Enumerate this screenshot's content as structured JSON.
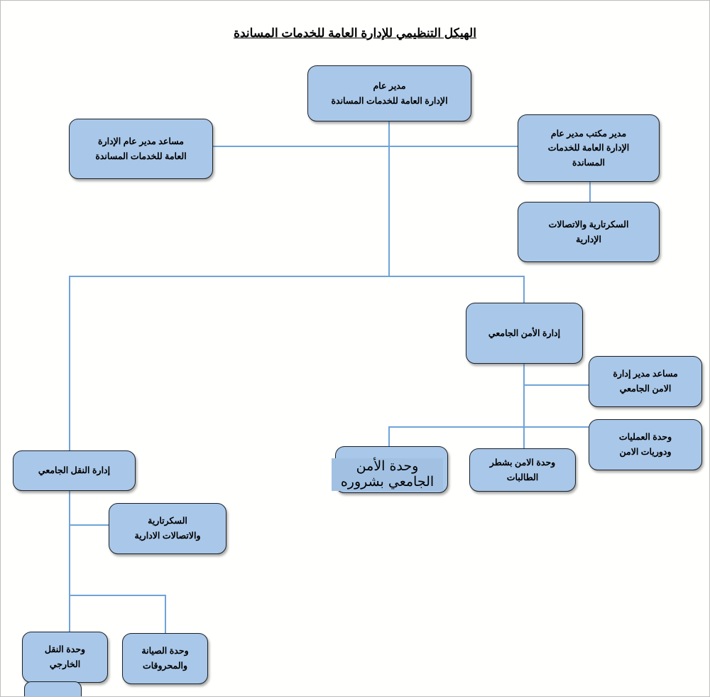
{
  "title": "الهيكل التنظيمي للإدارة العامة للخدمات المساندة",
  "colors": {
    "box_fill": "#a9c7e8",
    "box_border": "#1c2025",
    "connector": "#6fa3d8",
    "overlay_fill": "#a2c1e2",
    "text": "#000000"
  },
  "nodes": [
    {
      "id": "director-general",
      "lines": [
        "مدير عام",
        "الإدارة  العامة للخدمات  المساندة"
      ]
    },
    {
      "id": "assistant-director-general",
      "lines": [
        "مساعد مدير عام الإدارة",
        "العامة للخدمات المساندة"
      ]
    },
    {
      "id": "office-manager",
      "lines": [
        "مدير مكتب مدير عام",
        "الإدارة  العامة للخدمات",
        "المساندة"
      ]
    },
    {
      "id": "admin-secretariat-right",
      "lines": [
        "السكرتارية والاتصالات",
        "الإدارية"
      ]
    },
    {
      "id": "university-security-admin",
      "lines": [
        "إدارة الأمن الجامعي"
      ]
    },
    {
      "id": "security-assistant-director",
      "lines": [
        "مساعد مدير إدارة",
        "الامن الجامعي"
      ]
    },
    {
      "id": "operations-patrols-unit",
      "lines": [
        "وحدة العمليات",
        "ودوريات الامن"
      ]
    },
    {
      "id": "female-section-security-unit",
      "lines": [
        "وحدة الامن بشطر",
        "الطالبات"
      ]
    },
    {
      "id": "sharurah-security-unit",
      "lines": [
        "وحدة الأمن",
        "الجامعي بشروره"
      ]
    },
    {
      "id": "university-transport-admin",
      "lines": [
        "إدارة النقل الجامعي"
      ]
    },
    {
      "id": "admin-secretariat-left",
      "lines": [
        "السكرتارية",
        "والاتصالات الادارية"
      ]
    },
    {
      "id": "external-transport-unit",
      "lines": [
        "وحدة النقل",
        "الخارجي"
      ]
    },
    {
      "id": "maintenance-fuel-unit",
      "lines": [
        "وحدة الصيانة",
        "والمحروقات"
      ]
    }
  ]
}
